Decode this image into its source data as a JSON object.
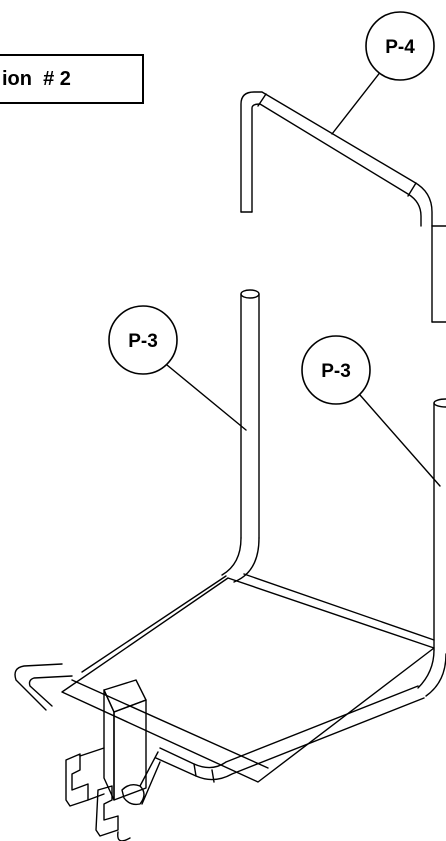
{
  "section_label": "ion  # 2",
  "callouts": [
    {
      "text": "P-4"
    },
    {
      "text": "P-3"
    },
    {
      "text": "P-3"
    }
  ]
}
